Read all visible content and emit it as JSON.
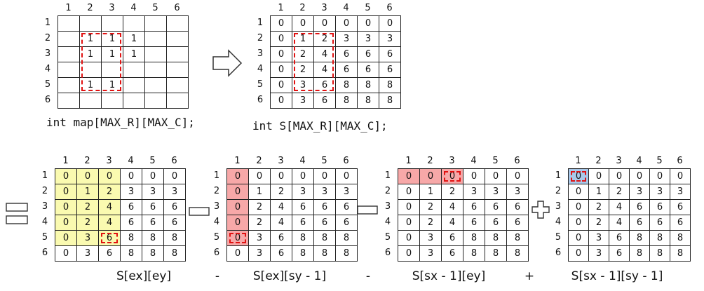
{
  "col_headers": [
    "1",
    "2",
    "3",
    "4",
    "5",
    "6"
  ],
  "row_headers": [
    "1",
    "2",
    "3",
    "4",
    "5",
    "6"
  ],
  "map_values": [
    [
      "",
      "",
      "",
      "",
      "",
      ""
    ],
    [
      "",
      "1",
      "1",
      "1",
      "",
      ""
    ],
    [
      "",
      "1",
      "1",
      "1",
      "",
      ""
    ],
    [
      "",
      "",
      "",
      "",
      "",
      ""
    ],
    [
      "",
      "1",
      "1",
      "",
      "",
      ""
    ],
    [
      "",
      "",
      "",
      "",
      "",
      ""
    ]
  ],
  "s_values": [
    [
      "0",
      "0",
      "0",
      "0",
      "0",
      "0"
    ],
    [
      "0",
      "1",
      "2",
      "3",
      "3",
      "3"
    ],
    [
      "0",
      "2",
      "4",
      "6",
      "6",
      "6"
    ],
    [
      "0",
      "2",
      "4",
      "6",
      "6",
      "6"
    ],
    [
      "0",
      "3",
      "6",
      "8",
      "8",
      "8"
    ],
    [
      "0",
      "3",
      "6",
      "8",
      "8",
      "8"
    ]
  ],
  "captions": {
    "map": "int map[MAX_R][MAX_C];",
    "s": "int S[MAX_R][MAX_C];"
  },
  "formula": {
    "term1": "S[ex][ey]",
    "op1": "-",
    "term2": "S[ex][sy - 1]",
    "op2": "-",
    "term3": "S[sx - 1][ey]",
    "op3": "+",
    "term4": "S[sx - 1][sy - 1]"
  },
  "colors": {
    "yellow": "#fafab0",
    "red": "#f7a8a8",
    "blue": "#a9c9ea",
    "dash": "#e11111"
  }
}
